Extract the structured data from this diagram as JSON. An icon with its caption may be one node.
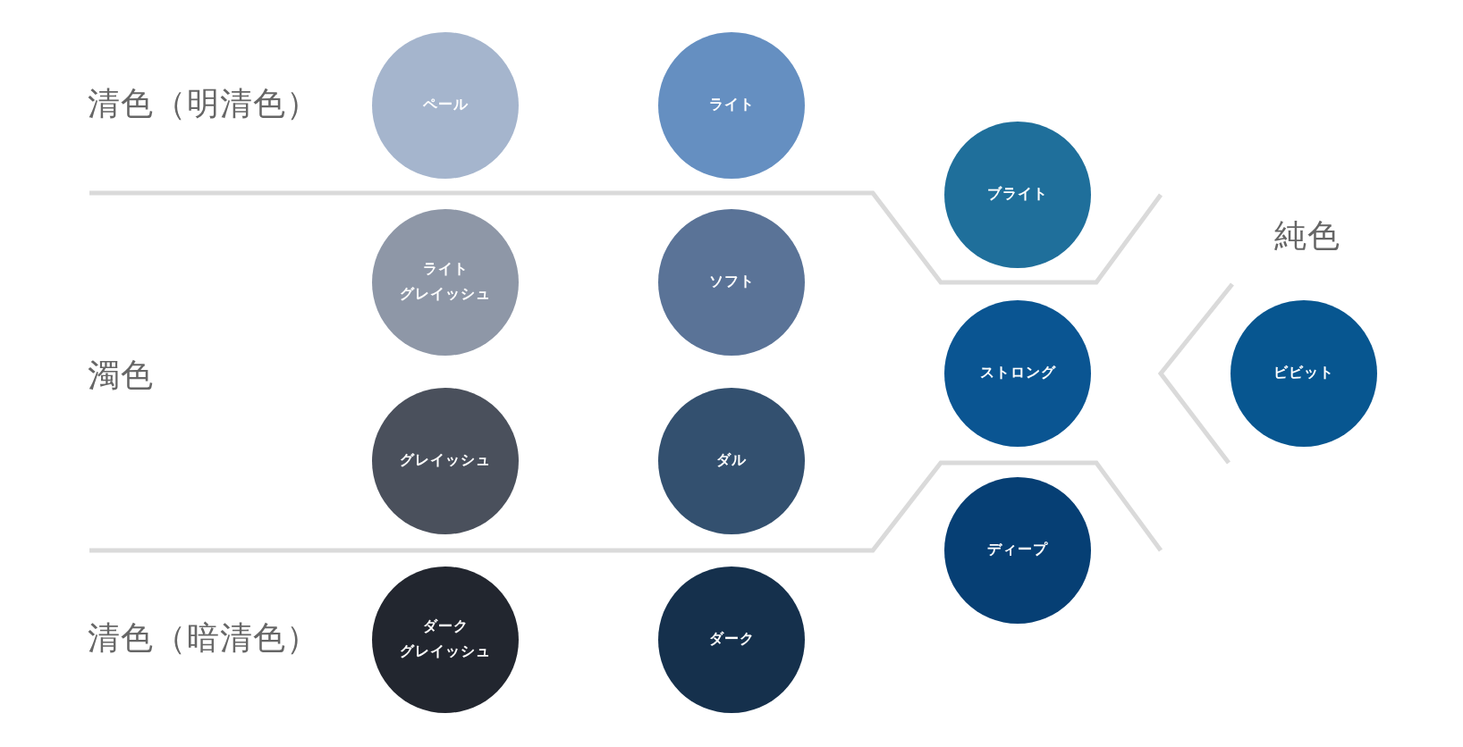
{
  "diagram": {
    "nodes": [
      {
        "text": [
          "ペール"
        ]
      },
      {
        "text": [
          "ライト"
        ]
      },
      {
        "text": [
          "ブライト"
        ]
      },
      {
        "text": [
          "ライトグレイッシュ"
        ]
      },
      {
        "text": [
          "ソフト"
        ]
      },
      {
        "text": [
          "ストロング"
        ]
      },
      {
        "text": [
          "ビビット"
        ]
      },
      {
        "text": [
          "グレイッシュ"
        ]
      },
      {
        "text": [
          "ダル"
        ]
      },
      {
        "text": [
          "ディープ"
        ]
      },
      {
        "text": [
          "ダークグレイッシュ"
        ]
      },
      {
        "text": [
          "ダーク"
        ]
      }
    ],
    "labels": [
      "清色（明清色）",
      "純色",
      "濁色",
      "清色（暗清色）"
    ]
  }
}
